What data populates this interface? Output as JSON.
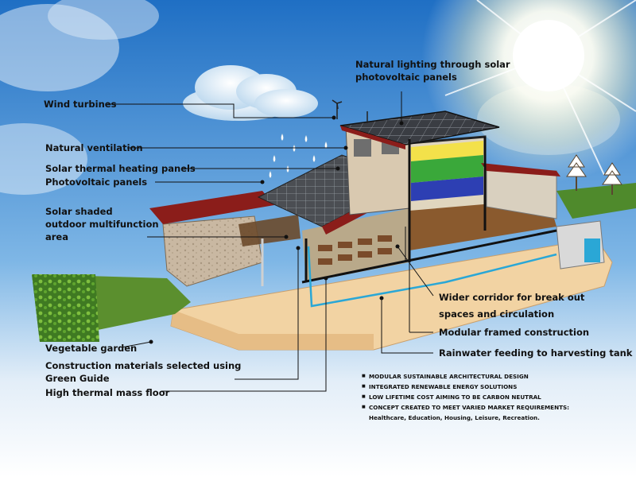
{
  "labels": {
    "wind_turbines": "Wind turbines",
    "natural_lighting": [
      "Natural lighting through solar",
      "photovoltaic panels"
    ],
    "natural_ventilation": "Natural ventilation",
    "solar_thermal": "Solar thermal heating panels",
    "photovoltaic": "Photovoltaic panels",
    "solar_shaded": [
      "Solar shaded",
      "outdoor multifunction",
      "area"
    ],
    "wider_corridor": [
      "Wider corridor for break out",
      "spaces and circulation"
    ],
    "modular_framed": "Modular framed construction",
    "rainwater": "Rainwater feeding to harvesting tank",
    "vegetable_garden": "Vegetable garden",
    "construction_materials": [
      "Construction materials selected using",
      "Green Guide"
    ],
    "thermal_mass": "High thermal mass floor"
  },
  "features": [
    "MODULAR SUSTAINABLE ARCHITECTURAL DESIGN",
    "INTEGRATED RENEWABLE ENERGY SOLUTIONS",
    "LOW LIFETIME COST AIMING TO BE CARBON NEUTRAL",
    "CONCEPT CREATED TO MEET VARIED MARKET REQUIREMENTS:"
  ],
  "features_note": "Healthcare, Education, Housing, Leisure, Recreation.",
  "colors": {
    "sky_top": "#1f6fc4",
    "sky_bottom": "#eaf3fb",
    "roof": "#8b1d1a",
    "solar_panel": "#3c3f44",
    "wall": "#f2d3a3",
    "grass": "#4f8a2c",
    "green_band": "#3aa83a",
    "blue_band": "#2d3fb3",
    "yellow_band": "#f3e14a",
    "water": "#2aa7d6"
  }
}
